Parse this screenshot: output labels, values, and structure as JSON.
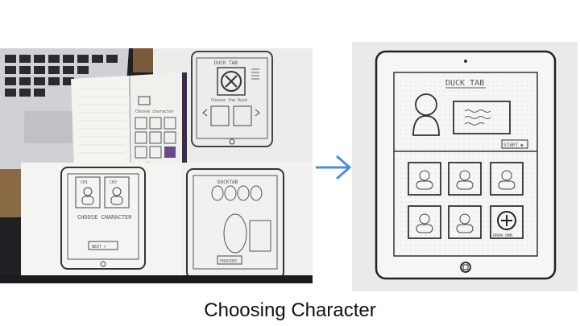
{
  "caption": "Choosing Character",
  "left_photo": {
    "notebook": {
      "title": "Choose character",
      "button": "Next"
    },
    "sheet_top": {
      "title": "DUCK TAB",
      "subtitle": "Choose the Duck"
    },
    "sheet_bottom_left": {
      "ch1": "CH1",
      "ch2": "CH2",
      "title": "CHOOSE CHARACTER",
      "button": "NEXT >"
    },
    "sheet_bottom_right": {
      "title": "DUCKTAB",
      "button": "PROCEED"
    }
  },
  "right_photo": {
    "title": "DUCK TAB",
    "start_button": "START ▶",
    "draw_own_label": "DRAW OWN",
    "character_slots": 5
  },
  "colors": {
    "arrow": "#4a8fd6",
    "ipad_frame": "#222222",
    "paper": "#f4f4f2"
  }
}
